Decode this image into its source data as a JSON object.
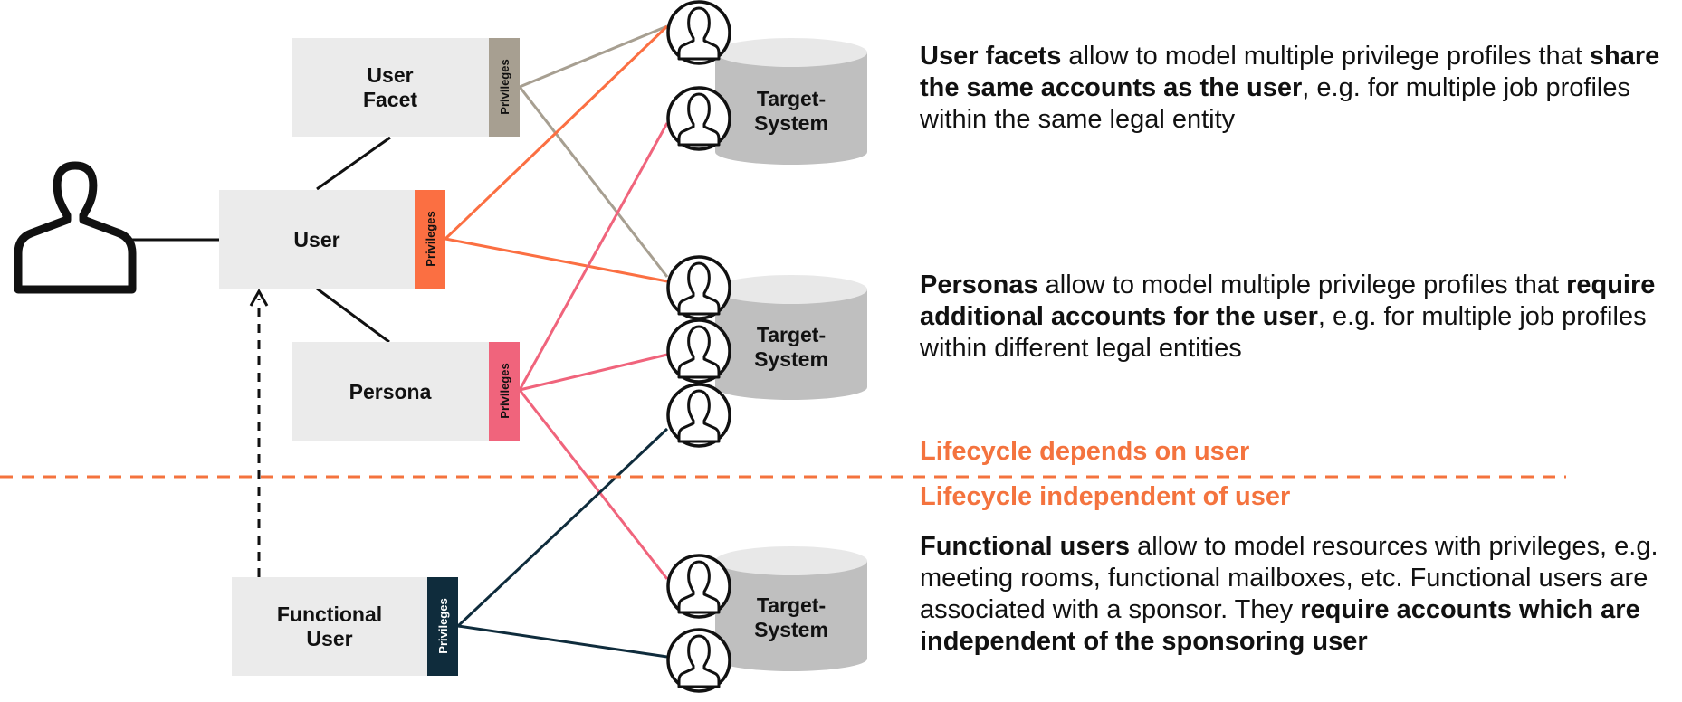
{
  "colors": {
    "gray_priv": "#a79f91",
    "orange": "#fb6f42",
    "pink": "#f0647c",
    "navy": "#0f2c3c",
    "box_fill": "#ebebeb",
    "cylinder": "#bfbfbf",
    "lifecycle_text": "#f4733e"
  },
  "boxes": {
    "user_facet": {
      "line1": "User",
      "line2": "Facet",
      "privileges": "Privileges"
    },
    "user": {
      "label": "User",
      "privileges": "Privileges"
    },
    "persona": {
      "label": "Persona",
      "privileges": "Privileges"
    },
    "functional_user": {
      "line1": "Functional",
      "line2": "User",
      "privileges": "Privileges"
    }
  },
  "target_systems": [
    {
      "line1": "Target-",
      "line2": "System"
    },
    {
      "line1": "Target-",
      "line2": "System"
    },
    {
      "line1": "Target-",
      "line2": "System"
    }
  ],
  "icons": {
    "main_user": "person-icon",
    "account": "account-person-icon"
  },
  "descriptions": {
    "user_facets": {
      "bold1": "User facets",
      "text1": " allow to model multiple privilege profiles that ",
      "bold2": "share the same accounts as the user",
      "text2": ", e.g. for multiple job profiles within the same legal entity"
    },
    "personas": {
      "bold1": "Personas",
      "text1": " allow to model multiple privilege profiles that ",
      "bold2": "require additional accounts for the user",
      "text2": ", e.g. for multiple job profiles within different legal entities"
    },
    "functional_users": {
      "bold1": "Functional users",
      "text1": " allow to model resources with privileges, e.g. meeting rooms, functional mailboxes, etc. Functional users are associated with a sponsor. They ",
      "bold2": "require accounts which are independent of the sponsoring user"
    }
  },
  "lifecycle": {
    "depends": "Lifecycle depends on user",
    "independent": "Lifecycle independent of user"
  }
}
